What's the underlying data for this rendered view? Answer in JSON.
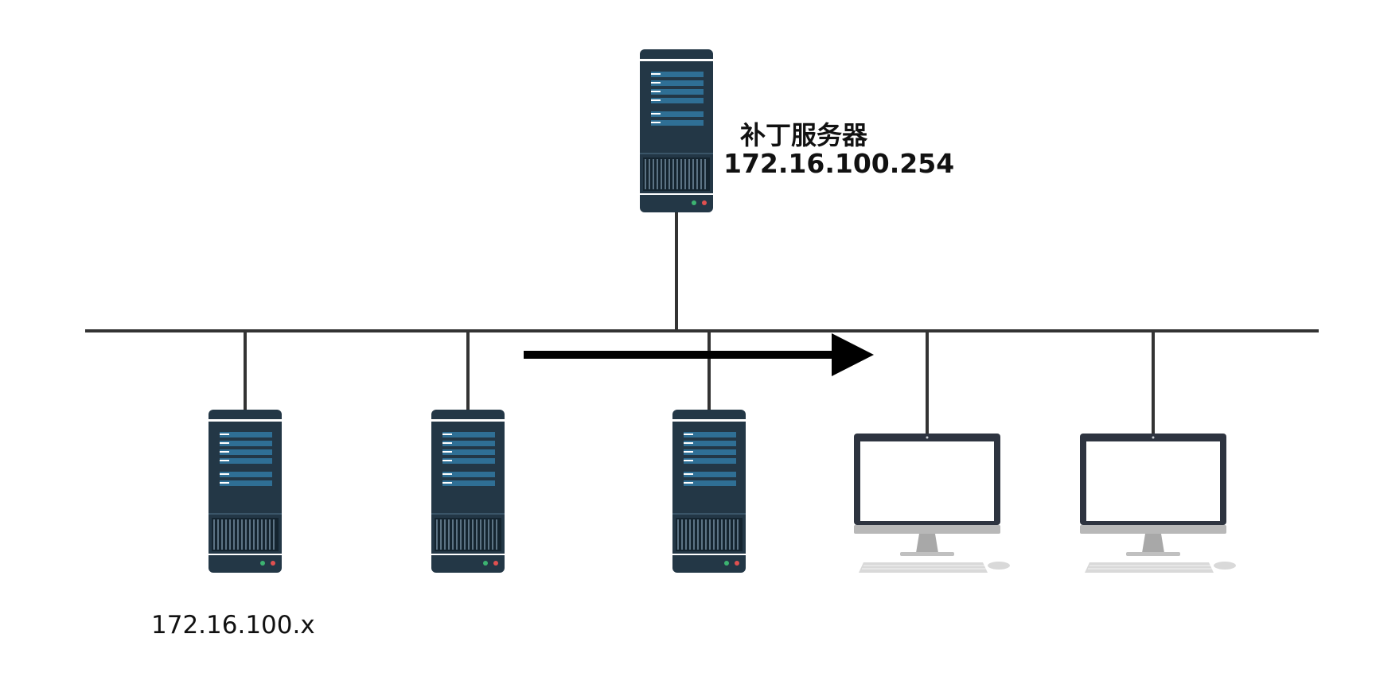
{
  "patch_server": {
    "name": "补丁服务器",
    "ip": "172.16.100.254"
  },
  "clients": {
    "ip_range": "172.16.100.x"
  },
  "colors": {
    "line": "#333333",
    "server_body": "#233746",
    "server_screen": "#2f6f95",
    "monitor_frame": "#2e3440",
    "monitor_stand": "#b8b8b8",
    "arrow": "#000000"
  }
}
